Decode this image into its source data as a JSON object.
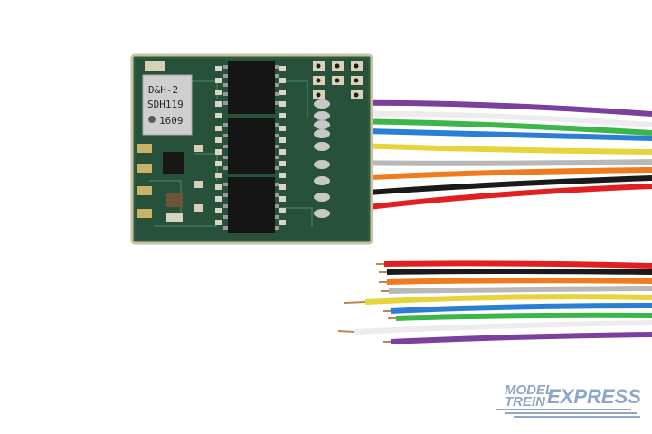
{
  "decoder": {
    "chip_label_line1": "D&H-2",
    "chip_label_line2": "SDH119",
    "chip_label_line3": "1609"
  },
  "wire_colors": [
    "#7b3f9e",
    "#f2f2f2",
    "#2a7fd4",
    "#3cb54a",
    "#e6d43a",
    "#b8b8b8",
    "#f07a1e",
    "#1a1a1a",
    "#e02020"
  ],
  "logo": {
    "line1": "MODEL",
    "line2": "TREIN",
    "brand": "EXPRESS"
  }
}
